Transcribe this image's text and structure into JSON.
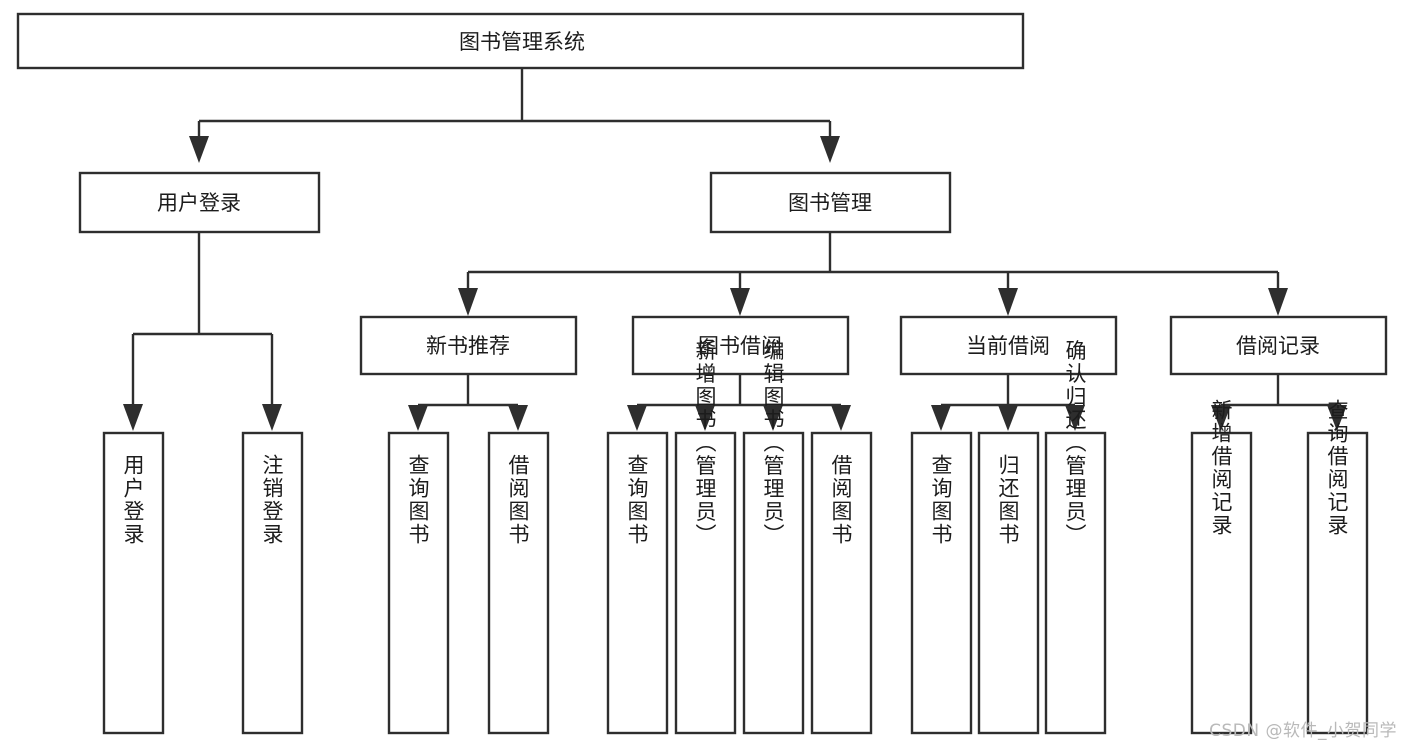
{
  "diagram": {
    "title": "图书管理系统",
    "type": "tree",
    "orientation": "top-down",
    "line_color": "#2e2e2e",
    "box_fill": "#ffffff",
    "text_color": "#1c1c1c"
  },
  "watermark": {
    "text": "CSDN @软件_小贺同学",
    "color": "#b9b9b9"
  },
  "nodes": {
    "root": {
      "label": "图书管理系统"
    },
    "level1": [
      {
        "id": "user-login",
        "label": "用户登录"
      },
      {
        "id": "book-manage",
        "label": "图书管理"
      }
    ],
    "level2": [
      {
        "id": "new-book-rec",
        "label": "新书推荐"
      },
      {
        "id": "book-borrow",
        "label": "图书借阅"
      },
      {
        "id": "current-borrow",
        "label": "当前借阅"
      },
      {
        "id": "borrow-record",
        "label": "借阅记录"
      }
    ],
    "leaves": {
      "user-login": [
        {
          "id": "leaf-user-login",
          "label": "用户登录"
        },
        {
          "id": "leaf-logout",
          "label": "注销登录"
        }
      ],
      "new-book-rec": [
        {
          "id": "leaf-query-book-1",
          "label": "查询图书"
        },
        {
          "id": "leaf-borrow-book-1",
          "label": "借阅图书"
        }
      ],
      "book-borrow": [
        {
          "id": "leaf-query-book-2",
          "label": "查询图书"
        },
        {
          "id": "leaf-add-book",
          "label": "新增图书（管理员）"
        },
        {
          "id": "leaf-edit-book",
          "label": "编辑图书（管理员）"
        },
        {
          "id": "leaf-borrow-book-2",
          "label": "借阅图书"
        }
      ],
      "current-borrow": [
        {
          "id": "leaf-query-book-3",
          "label": "查询图书"
        },
        {
          "id": "leaf-return-book",
          "label": "归还图书"
        },
        {
          "id": "leaf-confirm-return",
          "label": "确认归还（管理员）"
        }
      ],
      "borrow-record": [
        {
          "id": "leaf-add-record",
          "label": "新增借阅记录"
        },
        {
          "id": "leaf-query-record",
          "label": "查询借阅记录"
        }
      ]
    }
  },
  "chart_data": {
    "type": "table",
    "title": "图书管理系统",
    "structure": [
      {
        "level": 0,
        "label": "图书管理系统",
        "children": [
          {
            "level": 1,
            "label": "用户登录",
            "children": [
              {
                "level": 2,
                "label": "用户登录"
              },
              {
                "level": 2,
                "label": "注销登录"
              }
            ]
          },
          {
            "level": 1,
            "label": "图书管理",
            "children": [
              {
                "level": 2,
                "label": "新书推荐",
                "children": [
                  {
                    "level": 3,
                    "label": "查询图书"
                  },
                  {
                    "level": 3,
                    "label": "借阅图书"
                  }
                ]
              },
              {
                "level": 2,
                "label": "图书借阅",
                "children": [
                  {
                    "level": 3,
                    "label": "查询图书"
                  },
                  {
                    "level": 3,
                    "label": "新增图书（管理员）"
                  },
                  {
                    "level": 3,
                    "label": "编辑图书（管理员）"
                  },
                  {
                    "level": 3,
                    "label": "借阅图书"
                  }
                ]
              },
              {
                "level": 2,
                "label": "当前借阅",
                "children": [
                  {
                    "level": 3,
                    "label": "查询图书"
                  },
                  {
                    "level": 3,
                    "label": "归还图书"
                  },
                  {
                    "level": 3,
                    "label": "确认归还（管理员）"
                  }
                ]
              },
              {
                "level": 2,
                "label": "借阅记录",
                "children": [
                  {
                    "level": 3,
                    "label": "新增借阅记录"
                  },
                  {
                    "level": 3,
                    "label": "查询借阅记录"
                  }
                ]
              }
            ]
          }
        ]
      }
    ]
  }
}
